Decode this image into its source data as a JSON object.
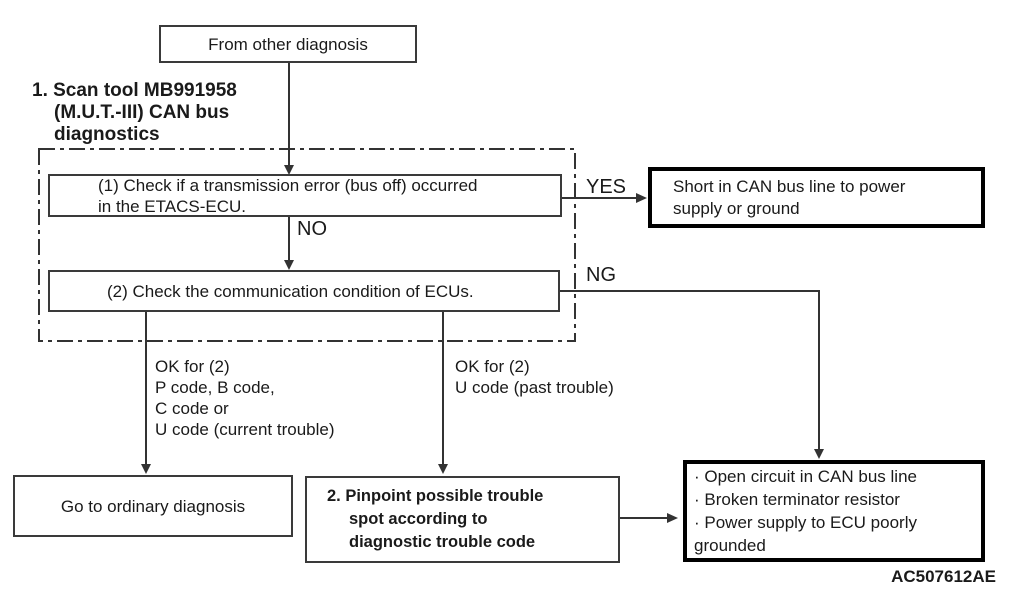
{
  "diagram": {
    "title_context": "CAN bus diagnostics flowchart",
    "nodes": {
      "start": {
        "text": "From other diagnosis"
      },
      "check1": {
        "text": "(1) Check if a transmission error (bus off) occurred\nin the ETACS-ECU."
      },
      "check2": {
        "text": "(2) Check the communication condition of ECUs."
      },
      "short_result": {
        "text": "Short in CAN bus line to power\nsupply or ground"
      },
      "ordinary": {
        "text": "Go to ordinary diagnosis"
      },
      "pinpoint": {
        "text": "2. Pinpoint possible trouble spot according to\ndiagnostic trouble code"
      },
      "pinpoint_display": {
        "text": "2. Pinpoint possible trouble\nspot according to\ndiagnostic trouble code"
      },
      "causes": {
        "text": "· Open circuit in CAN bus line\n· Broken terminator resistor\n· Power supply to ECU poorly grounded"
      }
    },
    "labels": {
      "section1": "1. Scan tool MB991958\n(M.U.T.-III) CAN bus\ndiagnostics",
      "yes": "YES",
      "no": "NO",
      "ng": "NG",
      "ok_current": "OK for (2)\nP code, B code,\nC code or\nU code (current trouble)",
      "ok_past": "OK for (2)\nU code (past trouble)"
    },
    "figure_code": "AC507612AE",
    "colors": {
      "background": "#ffffff",
      "line": "#333333",
      "thick_border": "#000000",
      "text": "#1a1a1a"
    }
  }
}
